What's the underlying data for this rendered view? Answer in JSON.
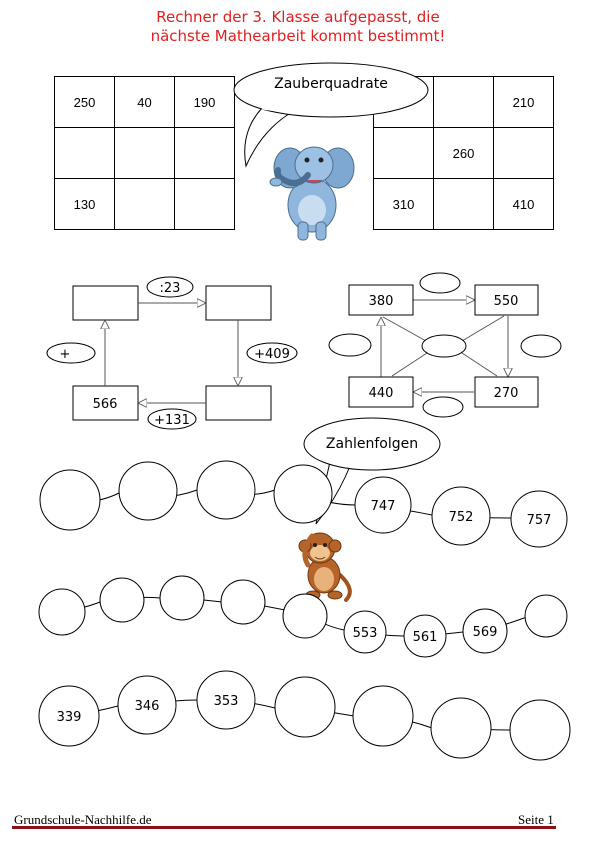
{
  "title": {
    "line1": "Rechner der 3. Klasse aufgepasst, die",
    "line2": "nächste Mathearbeit kommt bestimmt!"
  },
  "magic_squares": {
    "bubble_label": "Zauberquadrate",
    "left": [
      [
        "250",
        "40",
        "190"
      ],
      [
        "",
        "",
        ""
      ],
      [
        "130",
        "",
        ""
      ]
    ],
    "right": [
      [
        "",
        "",
        "210"
      ],
      [
        "",
        "260",
        ""
      ],
      [
        "310",
        "",
        "410"
      ]
    ]
  },
  "arrow_puzzle_1": {
    "top_left": "",
    "top_right": "",
    "bottom_left": "566",
    "bottom_right": "",
    "op_top": ":23",
    "op_right": "+409",
    "op_bottom": "+131",
    "op_left": "+"
  },
  "arrow_puzzle_2": {
    "top_left": "380",
    "top_right": "550",
    "bottom_left": "440",
    "bottom_right": "270",
    "ovals": [
      "",
      "",
      "",
      "",
      ""
    ]
  },
  "number_sequences": {
    "bubble_label": "Zahlenfolgen",
    "row1": [
      "",
      "",
      "",
      "",
      "747",
      "752",
      "757"
    ],
    "row2": [
      "",
      "",
      "",
      "",
      "",
      "553",
      "561",
      "569",
      ""
    ],
    "row3": [
      "339",
      "346",
      "353",
      "",
      "",
      "",
      ""
    ]
  },
  "icons": {
    "elephant": "elephant-cartoon",
    "monkey": "monkey-cartoon"
  },
  "footer": {
    "site": "Grundschule-Nachhilfe.de",
    "page": "Seite 1"
  }
}
